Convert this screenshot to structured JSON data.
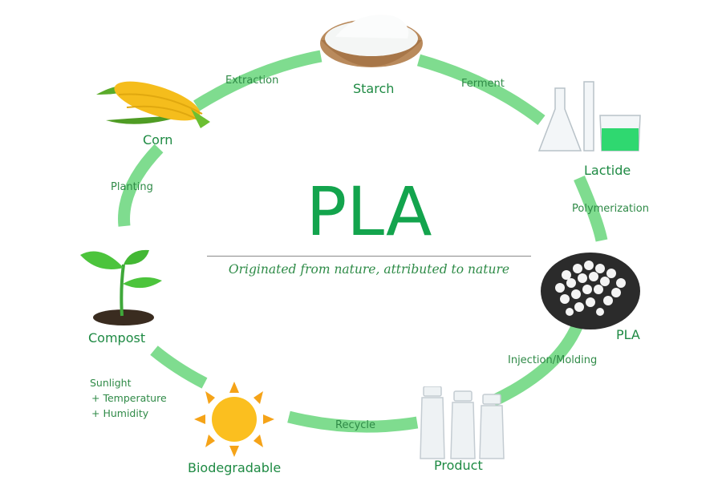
{
  "center": {
    "title": "PLA",
    "subtitle": "Originated from nature, attributed to nature"
  },
  "nodes": {
    "starch": "Starch",
    "lactide": "Lactide",
    "pla": "PLA",
    "product": "Product",
    "biodegradable": "Biodegradable",
    "compost": "Compost",
    "corn": "Corn"
  },
  "steps": {
    "extraction": "Extraction",
    "ferment": "Ferment",
    "polymerization": "Polymerization",
    "injection_molding": "Injection/Molding",
    "recycle": "Recycle",
    "planting": "Planting",
    "sunlight": "Sunlight",
    "temperature": "+ Temperature",
    "humidity": "+ Humidity"
  },
  "icons": [
    "starch-bowl-icon",
    "lab-glassware-icon",
    "pla-pellets-icon",
    "bottles-icon",
    "sun-icon",
    "seedling-icon",
    "corn-icon"
  ],
  "colors": {
    "ring": "#7fdc8f",
    "title": "#13a44d",
    "label": "#1e8a43"
  }
}
